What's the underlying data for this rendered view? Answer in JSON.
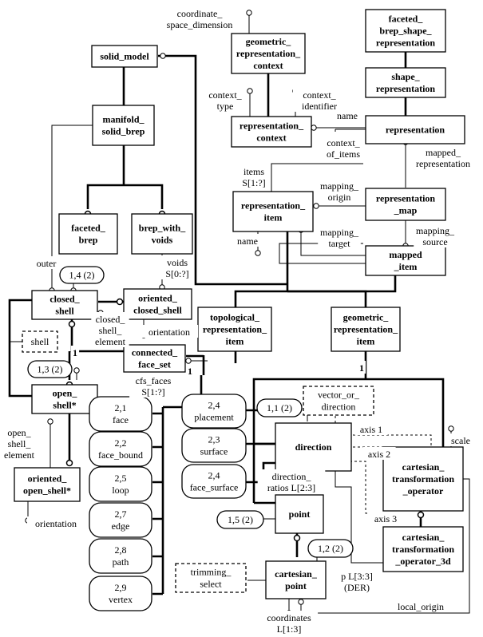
{
  "entities": {
    "solid_model": [
      "solid_model"
    ],
    "manifold_solid_brep": [
      "manifold_",
      "solid_brep"
    ],
    "faceted_brep": [
      "faceted_",
      "brep"
    ],
    "brep_with_voids": [
      "brep_with_",
      "voids"
    ],
    "closed_shell": [
      "closed_",
      "shell"
    ],
    "oriented_closed_shell": [
      "oriented_",
      "closed_shell"
    ],
    "shell": [
      "shell"
    ],
    "open_shell": [
      "open_",
      "shell*"
    ],
    "oriented_open_shell": [
      "oriented_",
      "open_shell*"
    ],
    "connected_face_set": [
      "connected_",
      "face_set"
    ],
    "geometric_representation_context": [
      "geometric_",
      "representation_",
      "context"
    ],
    "faceted_brep_shape_representation": [
      "faceted_",
      "brep_shape_",
      "representation"
    ],
    "shape_representation": [
      "shape_",
      "representation"
    ],
    "representation": [
      "representation"
    ],
    "representation_context": [
      "representation_",
      "context"
    ],
    "representation_item": [
      "representation_",
      "item"
    ],
    "representation_map": [
      "representation",
      "_map"
    ],
    "mapped_item": [
      "mapped",
      "_item"
    ],
    "topological_representation_item": [
      "topological_",
      "representation_",
      "item"
    ],
    "geometric_representation_item": [
      "geometric_",
      "representation_",
      "item"
    ],
    "direction": [
      "direction"
    ],
    "vector_or_direction": [
      "vector_or_",
      "direction"
    ],
    "point": [
      "point"
    ],
    "cartesian_transformation_operator": [
      "cartesian_",
      "transformation",
      "_operator"
    ],
    "cartesian_transformation_operator_3d": [
      "cartesian_",
      "transformation",
      "_operator_3d"
    ],
    "cartesian_point": [
      "cartesian_",
      "point"
    ],
    "trimming_select": [
      "trimming_",
      "select"
    ]
  },
  "page_refs": {
    "r_face": [
      "2,1",
      "face"
    ],
    "r_face_bound": [
      "2,2",
      "face_bound"
    ],
    "r_loop": [
      "2,5",
      "loop"
    ],
    "r_edge": [
      "2,7",
      "edge"
    ],
    "r_path": [
      "2,8",
      "path"
    ],
    "r_vertex": [
      "2,9",
      "vertex"
    ],
    "r_placement": [
      "2,4",
      "placement"
    ],
    "r_surface": [
      "2,3",
      "surface"
    ],
    "r_face_surface": [
      "2,4",
      "face_surface"
    ],
    "r_14": [
      "1,4 (2)"
    ],
    "r_13": [
      "1,3 (2)"
    ],
    "r_11": [
      "1,1 (2)"
    ],
    "r_15": [
      "1,5 (2)"
    ],
    "r_12": [
      "1,2 (2)"
    ]
  },
  "labels": {
    "coordinate_space_dimension": [
      "coordinate_",
      "space_dimension"
    ],
    "context_type": [
      "context_",
      "type"
    ],
    "context_identifier": [
      "context_",
      "identifier"
    ],
    "name_representation": [
      "name"
    ],
    "context_of_items": [
      "context_",
      "of_items"
    ],
    "mapped_representation": [
      "mapped_",
      "representation"
    ],
    "items": [
      "items",
      "S[1:?]"
    ],
    "mapping_origin": [
      "mapping_",
      "origin"
    ],
    "name_item": [
      "name"
    ],
    "mapping_target": [
      "mapping_",
      "target"
    ],
    "mapping_source": [
      "mapping_",
      "source"
    ],
    "outer": [
      "outer"
    ],
    "voids": [
      "voids",
      "S[0:?]"
    ],
    "closed_shell_element": [
      "closed_",
      "shell_",
      "element"
    ],
    "orientation_1": [
      "orientation"
    ],
    "cfs_faces": [
      "cfs_faces",
      "S[1:?]"
    ],
    "open_shell_element": [
      "open_",
      "shell_",
      "element"
    ],
    "orientation_2": [
      "orientation"
    ],
    "axis1": [
      "axis 1"
    ],
    "axis2": [
      "axis 2"
    ],
    "axis3": [
      "axis 3"
    ],
    "scale": [
      "scale"
    ],
    "direction_ratios": [
      "direction_",
      "ratios L[2:3]"
    ],
    "p": [
      "p L[3:3]",
      "(DER)"
    ],
    "local_origin": [
      "local_origin"
    ],
    "coordinates": [
      "coordinates",
      "L[1:3]"
    ],
    "one_a": [
      "1"
    ],
    "one_b": [
      "1"
    ],
    "one_c": [
      "1"
    ]
  }
}
